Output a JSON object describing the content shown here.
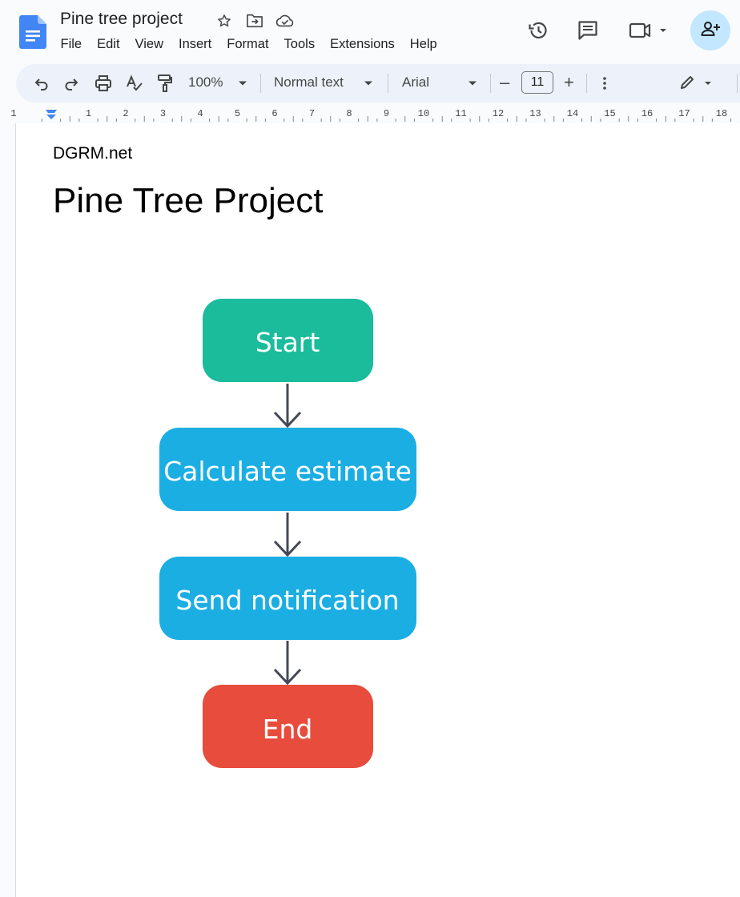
{
  "document": {
    "title": "Pine tree project",
    "app_icon": "google-docs-icon"
  },
  "title_icons": [
    "star-icon",
    "move-to-folder-icon",
    "cloud-saved-icon"
  ],
  "menu": [
    "File",
    "Edit",
    "View",
    "Insert",
    "Format",
    "Tools",
    "Extensions",
    "Help"
  ],
  "header_actions": [
    "version-history-icon",
    "comments-icon",
    "meet-video-icon",
    "share-add-person-icon"
  ],
  "toolbar": {
    "zoom": "100%",
    "style": "Normal text",
    "font": "Arial",
    "font_size": "11",
    "decrease_label": "–",
    "increase_label": "+",
    "icons": [
      "undo-icon",
      "redo-icon",
      "print-icon",
      "spellcheck-icon",
      "paint-format-icon",
      "more-vert-icon",
      "editing-mode-pencil-icon"
    ]
  },
  "ruler": {
    "labels": [
      "1",
      "1",
      "2",
      "3",
      "4",
      "5",
      "6",
      "7",
      "8",
      "9",
      "10",
      "11",
      "12",
      "13",
      "14",
      "15",
      "16",
      "17",
      "18"
    ]
  },
  "page": {
    "subtitle": "DGRM.net",
    "heading": "Pine Tree Project"
  },
  "flowchart": {
    "nodes": [
      {
        "label": "Start",
        "shape": "rounded-rect",
        "color": "#1abc9c"
      },
      {
        "label": "Calculate estimate",
        "shape": "rounded-rect",
        "color": "#1baee3"
      },
      {
        "label": "Send notification",
        "shape": "rounded-rect",
        "color": "#1baee3"
      },
      {
        "label": "End",
        "shape": "rounded-rect",
        "color": "#e74c3c"
      }
    ],
    "connector_color": "#444955"
  },
  "colors": {
    "background": "#f9fbfd",
    "toolbar": "#edf2fa",
    "share_button": "#c2e7ff",
    "docs_blue": "#4285f4"
  }
}
